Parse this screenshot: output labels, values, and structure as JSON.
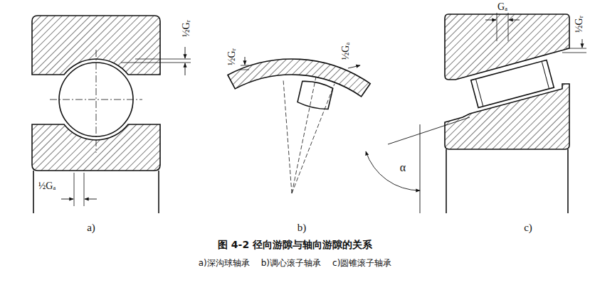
{
  "diagram": {
    "caption": "图 4-2 径向游隙与轴向游隙的关系",
    "labels": [
      "½Gᵣ",
      "½Gₐ",
      "a)",
      "½Gᵣ",
      "½Gₐ",
      "b)",
      "Gₐ",
      "½Gᵣ",
      "α",
      "c)",
      "a)深沟球轴承",
      "b)调心滚子轴承",
      "c)圆锥滚子轴承"
    ]
  }
}
